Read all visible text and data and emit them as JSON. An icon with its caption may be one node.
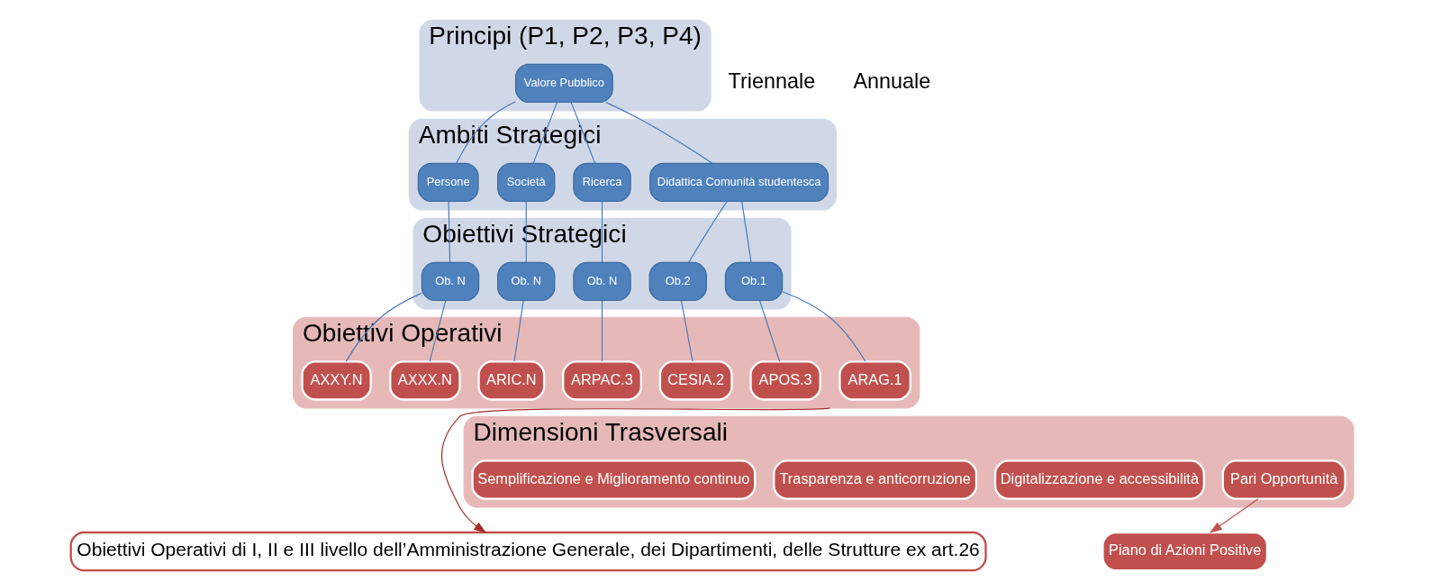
{
  "diagram": {
    "nodes": [
      {
        "text": [
          "Principi (P1, P2, P3, P4)"
        ]
      },
      {
        "text": [
          "Valore Pubblico"
        ],
        "in": 0
      },
      {
        "text": [
          "Ambiti Strategici"
        ]
      },
      {
        "text": [
          "Didattica Comunità studentesca"
        ],
        "in": 2
      },
      {
        "text": [
          "Ricerca"
        ],
        "in": 2
      },
      {
        "text": [
          "Società"
        ],
        "in": 2
      },
      {
        "text": [
          "Persone"
        ],
        "in": 2
      },
      {
        "text": [
          "Obiettivi Strategici"
        ]
      },
      {
        "text": [
          "Ob.1"
        ],
        "in": 7
      },
      {
        "text": [
          "Ob.2"
        ],
        "in": 7
      },
      {
        "text": [
          "Ob. N"
        ],
        "in": 7
      },
      {
        "text": [
          "Ob. N"
        ],
        "in": 7
      },
      {
        "text": [
          "Ob. N"
        ],
        "in": 7
      },
      {
        "text": [
          "Obiettivi Operativi"
        ]
      },
      {
        "text": [
          "ARAG.1"
        ],
        "in": 13
      },
      {
        "text": [
          "APOS.3"
        ],
        "in": 13
      },
      {
        "text": [
          "CESIA.2"
        ],
        "in": 13
      },
      {
        "text": [
          "ARPAC.3"
        ],
        "in": 13
      },
      {
        "text": [
          "ARIC.N"
        ],
        "in": 13
      },
      {
        "text": [
          "AXXX.N"
        ],
        "in": 13
      },
      {
        "text": [
          "AXXY.N"
        ],
        "in": 13
      },
      {
        "text": [
          "Dimensioni Trasversali"
        ]
      },
      {
        "text": [
          "Semplificazione e Miglioramento continuo"
        ],
        "in": 21
      },
      {
        "text": [
          "Digitalizzazione e accessibilità"
        ],
        "in": 21
      },
      {
        "text": [
          "Trasparenza e anticorruzione"
        ],
        "in": 21
      },
      {
        "text": [
          "Pari Opportunità"
        ],
        "in": 21
      },
      {
        "text": [
          "Obiettivi Operativi di I, II e III livello dell’Amministrazione Generale, dei Dipartimenti, delle Strutture ex art.26"
        ]
      },
      {
        "text": [
          "Piano di Azioni Positive"
        ]
      }
    ],
    "edges": [
      {
        "from": 1,
        "to": 3,
        "arrow": "none"
      },
      {
        "from": 1,
        "to": 4,
        "arrow": "none"
      },
      {
        "from": 1,
        "to": 5,
        "arrow": "none"
      },
      {
        "from": 1,
        "to": 6,
        "arrow": "none"
      },
      {
        "from": 3,
        "to": 8,
        "arrow": "none"
      },
      {
        "from": 3,
        "to": 9,
        "arrow": "none"
      },
      {
        "from": 4,
        "to": 10,
        "arrow": "none"
      },
      {
        "from": 5,
        "to": 11,
        "arrow": "none"
      },
      {
        "from": 6,
        "to": 12,
        "arrow": "none"
      },
      {
        "from": 8,
        "to": 14,
        "arrow": "none"
      },
      {
        "from": 8,
        "to": 15,
        "arrow": "none"
      },
      {
        "from": 9,
        "to": 16,
        "arrow": "none"
      },
      {
        "from": 10,
        "to": 17,
        "arrow": "none"
      },
      {
        "from": 11,
        "to": 18,
        "arrow": "none"
      },
      {
        "from": 12,
        "to": 19,
        "arrow": "none"
      },
      {
        "from": 12,
        "to": 20,
        "arrow": "none"
      },
      {
        "from": 13,
        "to": 26,
        "arrow": "to",
        "color": "#a0302c"
      },
      {
        "from": 25,
        "to": 27,
        "arrow": "to",
        "color": "#c0504d"
      }
    ],
    "labels": [
      "Triennale",
      "Annuale"
    ]
  }
}
